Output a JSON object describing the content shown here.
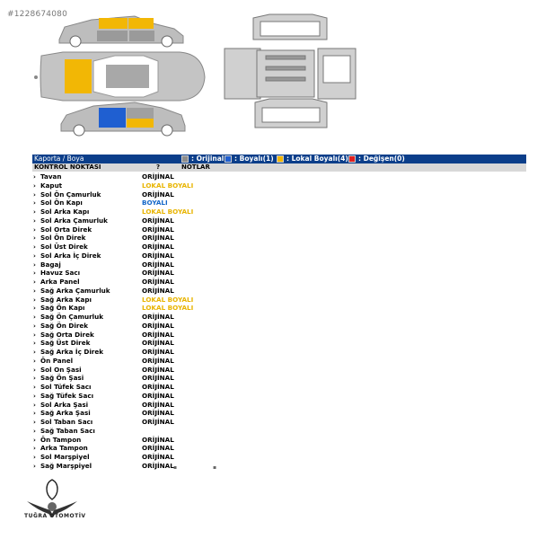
{
  "watermark": "#1228674080",
  "header": {
    "title": "Kaporta / Boya",
    "legend": [
      {
        "label": ": Orijinal |",
        "color": "#8c8c8c"
      },
      {
        "label": ": Boyalı(1) |",
        "color": "#1f5fd1"
      },
      {
        "label": ": Lokal Boyalı(4) |",
        "color": "#f2b705"
      },
      {
        "label": ": Değişen(0)",
        "color": "#e02020"
      }
    ]
  },
  "columns": {
    "point": "KONTROL NOKTASI",
    "q": "?",
    "notes": "NOTLAR"
  },
  "rows": [
    {
      "name": "Tavan",
      "status": "ORİJİNAL",
      "type": "orijinal"
    },
    {
      "name": "Kaput",
      "status": "LOKAL BOYALI",
      "type": "lokal"
    },
    {
      "name": "Sol Ön Çamurluk",
      "status": "ORİJİNAL",
      "type": "orijinal"
    },
    {
      "name": "Sol Ön Kapı",
      "status": "BOYALI",
      "type": "boyali"
    },
    {
      "name": "Sol Arka Kapı",
      "status": "LOKAL BOYALI",
      "type": "lokal"
    },
    {
      "name": "Sol Arka Çamurluk",
      "status": "ORİJİNAL",
      "type": "orijinal"
    },
    {
      "name": "Sol Orta Direk",
      "status": "ORİJİNAL",
      "type": "orijinal"
    },
    {
      "name": "Sol Ön Direk",
      "status": "ORİJİNAL",
      "type": "orijinal"
    },
    {
      "name": "Sol Üst Direk",
      "status": "ORİJİNAL",
      "type": "orijinal"
    },
    {
      "name": "Sol Arka İç Direk",
      "status": "ORİJİNAL",
      "type": "orijinal"
    },
    {
      "name": "Bagaj",
      "status": "ORİJİNAL",
      "type": "orijinal"
    },
    {
      "name": "Havuz Sacı",
      "status": "ORİJİNAL",
      "type": "orijinal"
    },
    {
      "name": "Arka Panel",
      "status": "ORİJİNAL",
      "type": "orijinal"
    },
    {
      "name": "Sağ Arka Çamurluk",
      "status": "ORİJİNAL",
      "type": "orijinal"
    },
    {
      "name": "Sağ Arka Kapı",
      "status": "LOKAL BOYALI",
      "type": "lokal"
    },
    {
      "name": "Sağ Ön Kapı",
      "status": "LOKAL BOYALI",
      "type": "lokal"
    },
    {
      "name": "Sağ Ön Çamurluk",
      "status": "ORİJİNAL",
      "type": "orijinal"
    },
    {
      "name": "Sağ Ön Direk",
      "status": "ORİJİNAL",
      "type": "orijinal"
    },
    {
      "name": "Sağ Orta Direk",
      "status": "ORİJİNAL",
      "type": "orijinal"
    },
    {
      "name": "Sağ Üst Direk",
      "status": "ORİJİNAL",
      "type": "orijinal"
    },
    {
      "name": "Sağ Arka İç Direk",
      "status": "ORİJİNAL",
      "type": "orijinal"
    },
    {
      "name": "Ön Panel",
      "status": "ORİJİNAL",
      "type": "orijinal"
    },
    {
      "name": "Sol On Şasi",
      "status": "ORİJİNAL",
      "type": "orijinal"
    },
    {
      "name": "Sağ Ön Şasi",
      "status": "ORİJİNAL",
      "type": "orijinal"
    },
    {
      "name": "Sol Tüfek Sacı",
      "status": "ORİJİNAL",
      "type": "orijinal"
    },
    {
      "name": "Sağ Tüfek Sacı",
      "status": "ORİJİNAL",
      "type": "orijinal"
    },
    {
      "name": "Sol Arka Şasi",
      "status": "ORİJİNAL",
      "type": "orijinal"
    },
    {
      "name": "Sağ Arka Şasi",
      "status": "ORİJİNAL",
      "type": "orijinal"
    },
    {
      "name": "Sol Taban Sacı",
      "status": "ORİJİNAL",
      "type": "orijinal"
    },
    {
      "name": "Sağ Taban Sacı",
      "status": "",
      "type": "orijinal"
    },
    {
      "name": "Ön Tampon",
      "status": "ORİJİNAL",
      "type": "orijinal"
    },
    {
      "name": "Arka Tampon",
      "status": "ORİJİNAL",
      "type": "orijinal"
    },
    {
      "name": "Sol Marşpiyel",
      "status": "ORİJİNAL",
      "type": "orijinal"
    },
    {
      "name": "Sağ Marşpiyel",
      "status": "ORİJİNAL",
      "type": "orijinal"
    }
  ],
  "logo_text": "TUĞRA OTOMOTİV",
  "colors": {
    "grey": "#8c8c8c",
    "blue": "#1f5fd1",
    "yellow": "#f2b705",
    "header": "#0b3e8a"
  }
}
